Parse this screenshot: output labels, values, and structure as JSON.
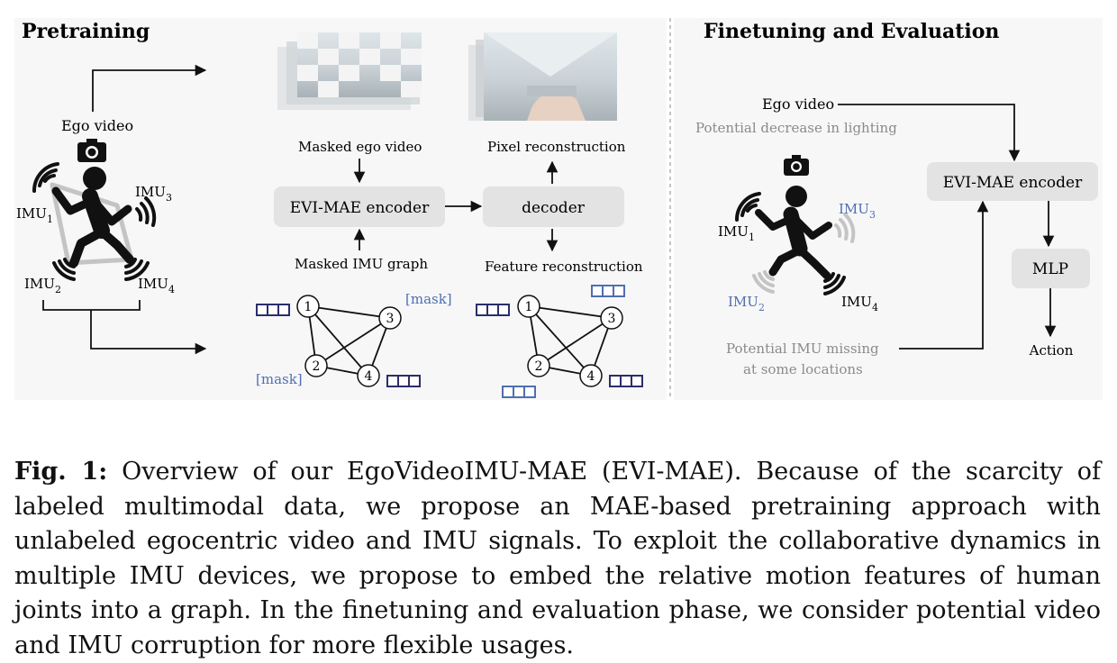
{
  "pretraining": {
    "title": "Pretraining",
    "ego_video_label": "Ego video",
    "imu_labels": [
      {
        "base": "IMU",
        "sub": "1"
      },
      {
        "base": "IMU",
        "sub": "2"
      },
      {
        "base": "IMU",
        "sub": "3"
      },
      {
        "base": "IMU",
        "sub": "4"
      }
    ],
    "masked_video_label": "Masked ego video",
    "encoder_label": "EVI-MAE encoder",
    "decoder_label": "decoder",
    "masked_imu_graph_label": "Masked IMU graph",
    "pixel_reconstruction_label": "Pixel reconstruction",
    "feature_reconstruction_label": "Feature reconstruction",
    "mask_token": "[mask]",
    "graph_nodes": [
      "1",
      "2",
      "3",
      "4"
    ]
  },
  "finetuning": {
    "title": "Finetuning and Evaluation",
    "ego_video_label": "Ego video",
    "lighting_note": "Potential decrease in lighting",
    "encoder_label": "EVI-MAE encoder",
    "mlp_label": "MLP",
    "action_label": "Action",
    "imu_missing_note_line1": "Potential IMU missing",
    "imu_missing_note_line2": "at some locations",
    "imu_labels": [
      {
        "base": "IMU",
        "sub": "1"
      },
      {
        "base": "IMU",
        "sub": "2"
      },
      {
        "base": "IMU",
        "sub": "3"
      },
      {
        "base": "IMU",
        "sub": "4"
      }
    ]
  },
  "caption": {
    "label": "Fig. 1:",
    "text": "Overview of our EgoVideoIMU-MAE (EVI-MAE). Because of the scarcity of labeled multimodal data, we propose an MAE-based pretraining approach with unlabeled egocentric video and IMU signals. To exploit the collaborative dynamics in multiple IMU devices, we propose to embed the relative motion features of human joints into a graph. In the finetuning and evaluation phase, we consider potential video and IMU corruption for more flexible usages."
  },
  "colors": {
    "panel_bg": "#f7f7f7",
    "box_fill": "#e3e3e3",
    "token_blue": "#2b2e6a",
    "masked_blue": "#4f6fb0",
    "faded_gray": "#8a8a8a"
  },
  "icons": [
    "camera-icon",
    "running-person-icon",
    "signal-wave-icon"
  ]
}
